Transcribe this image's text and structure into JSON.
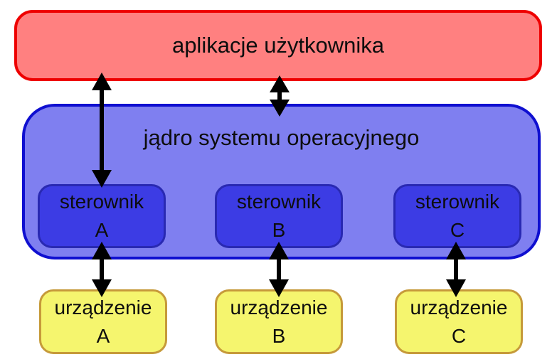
{
  "colors": {
    "app-fill": "#ff8080",
    "app-border": "#ee0000",
    "kernel-fill": "#7f7ff0",
    "kernel-border": "#0f0fd0",
    "driver-fill": "#3c3ce4",
    "driver-border": "#2929b2",
    "device-fill": "#f5f56e",
    "device-border": "#c69a3a",
    "arrow": "#000000",
    "text": "#0d0d0d",
    "background": "#ffffff"
  },
  "app_box": {
    "label": "aplikacje użytkownika"
  },
  "kernel_box": {
    "label": "jądro systemu operacyjnego"
  },
  "drivers": [
    {
      "name": "sterownik",
      "id": "A"
    },
    {
      "name": "sterownik",
      "id": "B"
    },
    {
      "name": "sterownik",
      "id": "C"
    }
  ],
  "devices": [
    {
      "name": "urządzenie",
      "id": "A"
    },
    {
      "name": "urządzenie",
      "id": "B"
    },
    {
      "name": "urządzenie",
      "id": "C"
    }
  ],
  "connections": [
    {
      "from": "aplikacje użytkownika",
      "to": "sterownik A",
      "style": "double-arrow"
    },
    {
      "from": "aplikacje użytkownika",
      "to": "jądro systemu operacyjnego",
      "style": "double-arrow"
    },
    {
      "from": "sterownik A",
      "to": "urządzenie A",
      "style": "double-arrow"
    },
    {
      "from": "sterownik B",
      "to": "urządzenie B",
      "style": "double-arrow"
    },
    {
      "from": "sterownik C",
      "to": "urządzenie C",
      "style": "double-arrow"
    }
  ]
}
